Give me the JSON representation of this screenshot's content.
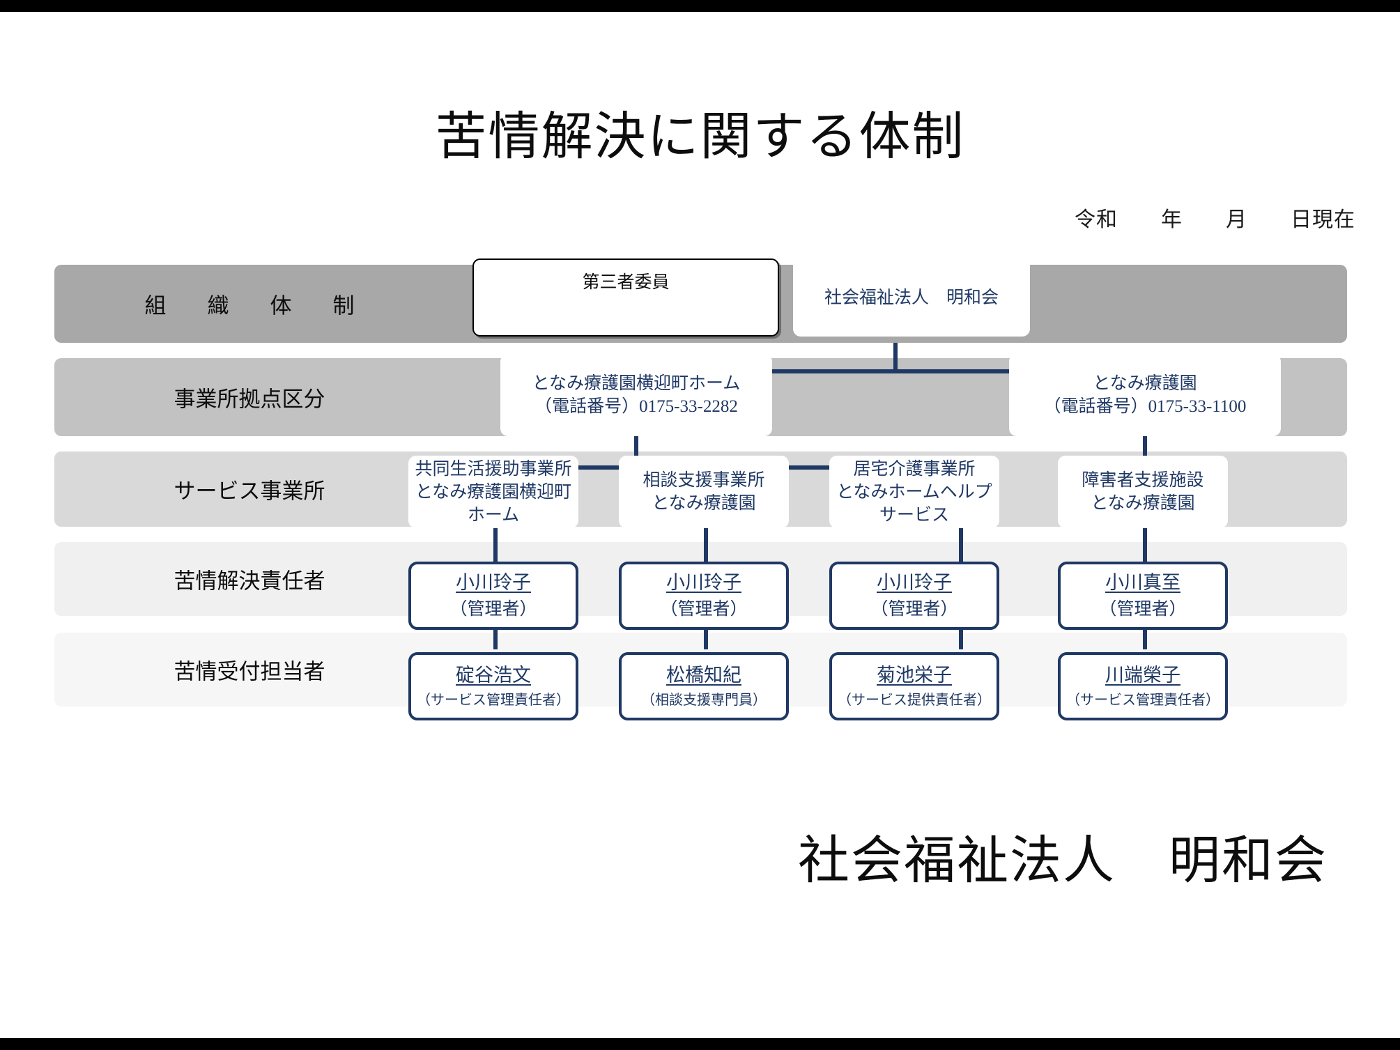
{
  "page": {
    "title": "苦情解決に関する体制",
    "date_line": "令和　　年　　月　　日現在",
    "footer": "社会福祉法人　明和会",
    "colors": {
      "navy": "#1f3864",
      "band_row1": "#a8a8a8",
      "band_row2": "#c2c2c2",
      "band_row3": "#d9d9d9",
      "band_row4": "#f0f0f0",
      "band_row5": "#f6f6f6",
      "text_dark": "#0d0d0d"
    }
  },
  "rows": {
    "row1": {
      "label": "組　織　体　制"
    },
    "row2": {
      "label": "事業所拠点区分"
    },
    "row3": {
      "label": "サービス事業所"
    },
    "row4": {
      "label": "苦情解決責任者"
    },
    "row5": {
      "label": "苦情受付担当者"
    }
  },
  "organization": {
    "third_party_committee": "第三者委員",
    "corporation": "社会福祉法人　明和会"
  },
  "sites": [
    {
      "name": "となみ療護園横迎町ホーム",
      "phone_label": "（電話番号）",
      "phone": "0175-33-2282"
    },
    {
      "name": "となみ療護園",
      "phone_label": "（電話番号）",
      "phone": "0175-33-1100"
    }
  ],
  "services": [
    {
      "type": "共同生活援助事業所",
      "name_line1": "となみ療護園横迎町",
      "name_line2": "ホーム"
    },
    {
      "type": "相談支援事業所",
      "name_line1": "となみ療護園",
      "name_line2": ""
    },
    {
      "type": "居宅介護事業所",
      "name_line1": "となみホームヘルプ",
      "name_line2": "サービス"
    },
    {
      "type": "障害者支援施設",
      "name_line1": "となみ療護園",
      "name_line2": ""
    }
  ],
  "resolution_managers": [
    {
      "name": "小川玲子",
      "role": "（管理者）"
    },
    {
      "name": "小川玲子",
      "role": "（管理者）"
    },
    {
      "name": "小川玲子",
      "role": "（管理者）"
    },
    {
      "name": "小川真至",
      "role": "（管理者）"
    }
  ],
  "intake_staff": [
    {
      "name": "碇谷浩文",
      "role": "（サービス管理責任者）"
    },
    {
      "name": "松橋知紀",
      "role": "（相談支援専門員）"
    },
    {
      "name": "菊池栄子",
      "role": "（サービス提供責任者）"
    },
    {
      "name": "川端榮子",
      "role": "（サービス管理責任者）"
    }
  ]
}
